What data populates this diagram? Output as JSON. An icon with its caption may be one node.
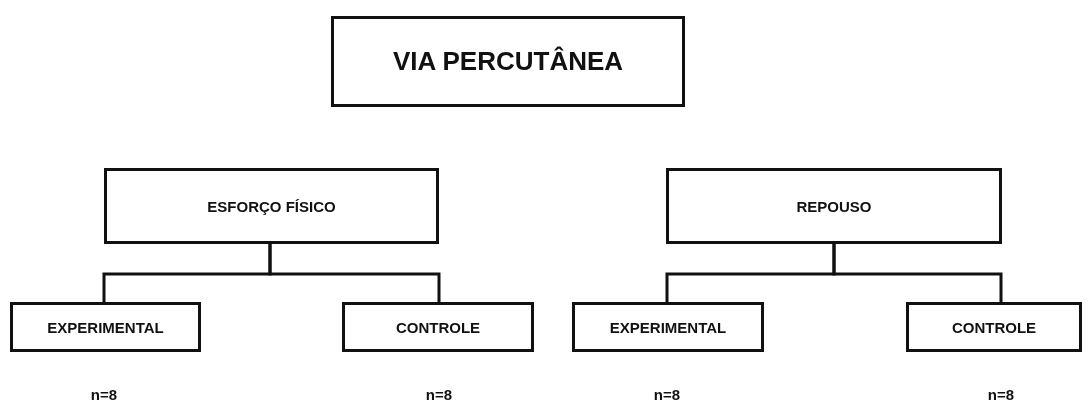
{
  "diagram": {
    "nodes": [
      {
        "text": [
          "VIA PERCUTÂNEA"
        ]
      },
      {
        "text": [
          "ESFORÇO FÍSICO"
        ]
      },
      {
        "text": [
          "EXPERIMENTAL"
        ],
        "beside": [
          "n=8"
        ]
      },
      {
        "text": [
          "CONTROLE"
        ],
        "beside": [
          "n=8"
        ]
      },
      {
        "text": [
          "REPOUSO"
        ]
      },
      {
        "text": [
          "EXPERIMENTAL"
        ],
        "beside": [
          "n=8"
        ]
      },
      {
        "text": [
          "CONTROLE"
        ],
        "beside": [
          "n=8"
        ]
      }
    ],
    "edges": [
      {
        "from": 1,
        "to": 2,
        "arrow": "none"
      },
      {
        "from": 1,
        "to": 3,
        "arrow": "none"
      },
      {
        "from": 4,
        "to": 5,
        "arrow": "none"
      },
      {
        "from": 4,
        "to": 6,
        "arrow": "none"
      }
    ]
  }
}
